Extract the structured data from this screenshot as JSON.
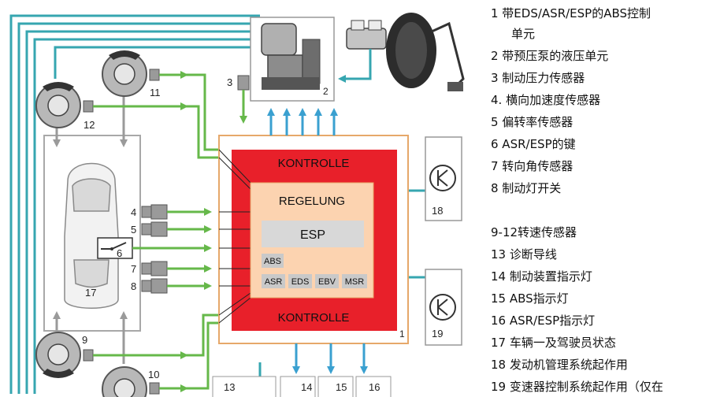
{
  "diagram": {
    "control_unit": {
      "outer_label": "KONTROLLE",
      "outer_label_bottom": "KONTROLLE",
      "inner_label": "REGELUNG",
      "esp_label": "ESP",
      "modules": [
        "ABS",
        "ASR",
        "EDS",
        "EBV",
        "MSR"
      ],
      "number": "1"
    },
    "hydraulic_unit_number": "2",
    "component_numbers": [
      "3",
      "4",
      "5",
      "6",
      "7",
      "8",
      "9",
      "10",
      "11",
      "12",
      "13",
      "14",
      "15",
      "16",
      "17",
      "18",
      "19"
    ],
    "colors": {
      "kontrolle_red": "#e8202a",
      "regelung_peach": "#fcd3b0",
      "esp_gray": "#d8d8d8",
      "module_gray": "#c9c9c9",
      "frame_orange": "#e6a86a",
      "signal_green": "#66b84a",
      "bus_teal": "#36a6b0",
      "arrow_blue": "#3aa0d0",
      "sensor_gray": "#9a9a9a"
    }
  },
  "legend": {
    "items": [
      "1 带EDS/ASR/ESP的ABS控制",
      "单元",
      "2 带预压泵的液压单元",
      "3 制动压力传感器",
      "4. 横向加速度传感器",
      "5 偏转率传感器",
      "6 ASR/ESP的键",
      "7 转向角传感器",
      "8 制动灯开关",
      "9-12转速传感器",
      "13 诊断导线",
      "14 制动装置指示灯",
      "15 ABS指示灯",
      "16 ASR/ESP指示灯",
      "17 车辆一及驾驶员状态",
      "18 发动机管理系统起作用",
      "19 变速器控制系统起作用（仅在"
    ]
  }
}
